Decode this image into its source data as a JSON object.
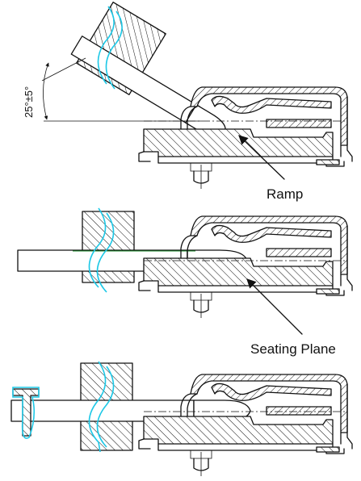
{
  "labels": {
    "angle": "25°±5°",
    "ramp": "Ramp",
    "seating_plane": "Seating Plane"
  },
  "colors": {
    "line": "#111111",
    "cyan_break": "#1ec8e6",
    "green_line": "#1a8a2a"
  }
}
